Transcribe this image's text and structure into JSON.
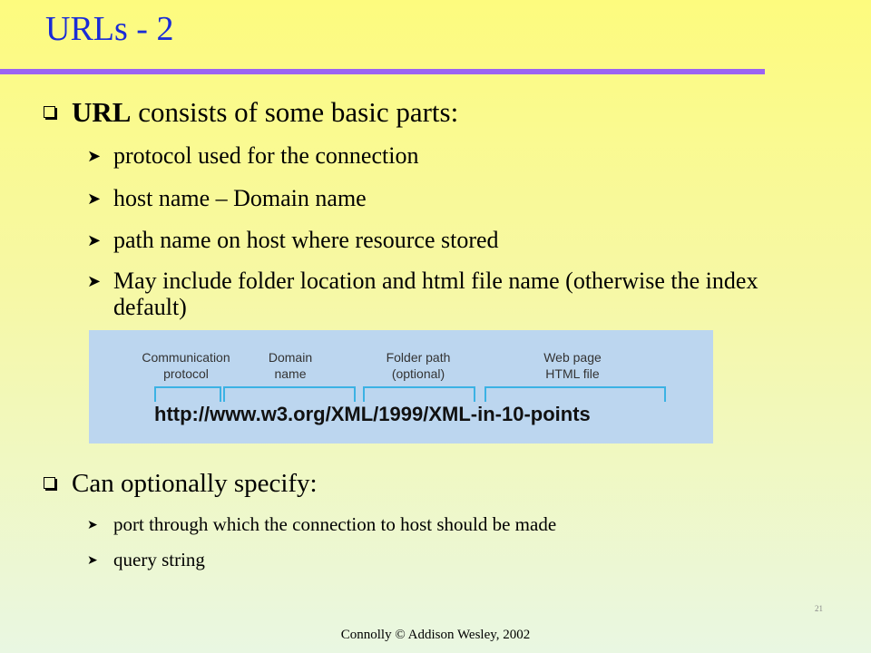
{
  "slide": {
    "title": "URLs - 2",
    "bullets": [
      {
        "bold": "URL",
        "text": " consists of some basic parts:",
        "sub": [
          "protocol used for the connection",
          "host name – Domain name",
          "path name on host where resource stored",
          "May include folder location and html file name (otherwise the index default)"
        ]
      },
      {
        "text": "Can optionally specify:",
        "sub": [
          "port through which the connection to host should be made",
          "query string"
        ]
      }
    ],
    "diagram": {
      "labels": [
        "Communication protocol",
        "Domain name",
        "Folder path (optional)",
        "Web page HTML file"
      ],
      "url": "http://www.w3.org/XML/1999/XML-in-10-points"
    },
    "page_number": "21",
    "footer": "Connolly © Addison Wesley, 2002"
  }
}
